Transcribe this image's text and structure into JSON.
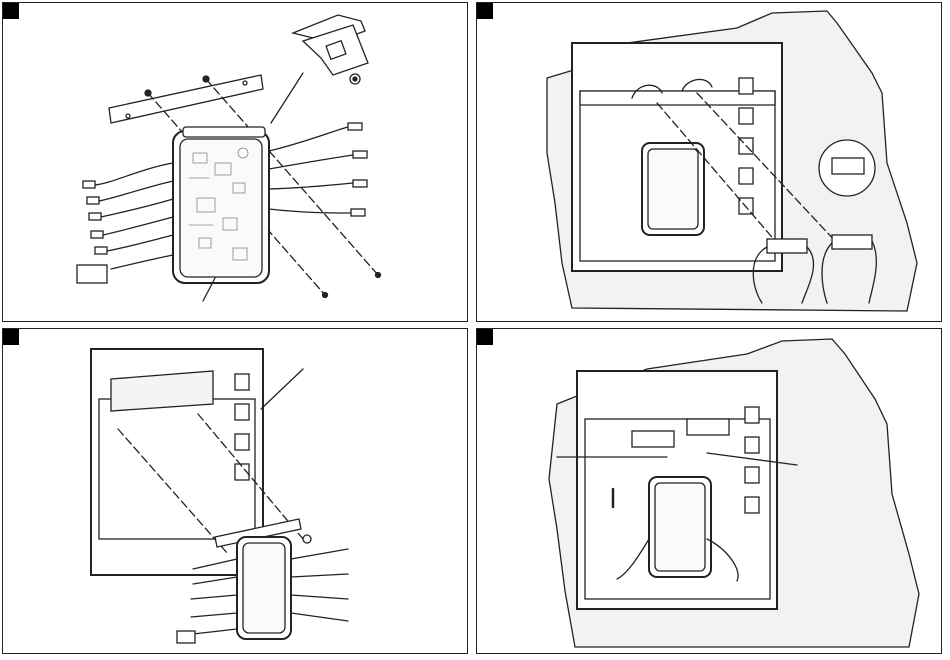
{
  "panels": [
    {
      "id": "step-1",
      "marker": "filled-square"
    },
    {
      "id": "step-2",
      "marker": "filled-square"
    },
    {
      "id": "step-3",
      "marker": "filled-square"
    },
    {
      "id": "step-4",
      "marker": "filled-square"
    }
  ],
  "colors": {
    "line": "#222222",
    "panel_bg": "#ffffff",
    "marker": "#000000",
    "wall": "#f2f2f2"
  },
  "icons": [
    "mounting-bracket-icon",
    "screw-icon",
    "power-supply-icon",
    "plug-icon",
    "led-connector-icon"
  ]
}
